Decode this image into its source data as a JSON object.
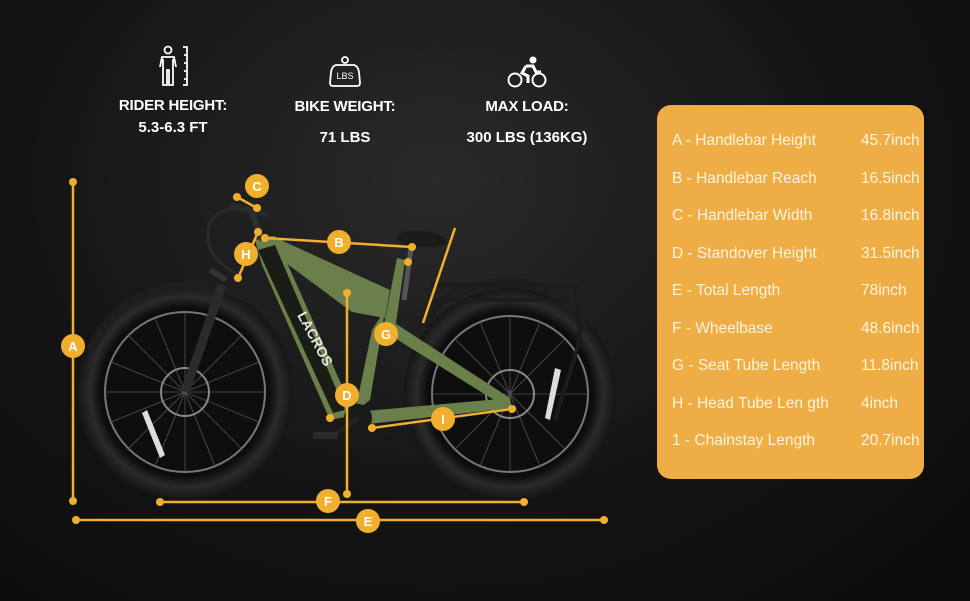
{
  "stats": [
    {
      "icon": "rider-height-icon",
      "label": "RIDER HEIGHT:",
      "value": "5.3-6.3 FT"
    },
    {
      "icon": "weight-icon",
      "icon_text": "LBS",
      "label": "BIKE WEIGHT:",
      "value": "71 LBS"
    },
    {
      "icon": "cyclist-icon",
      "label": "MAX LOAD:",
      "value": "300 LBS (136KG)"
    }
  ],
  "specs": [
    {
      "name": "A - Handlebar Height",
      "value": "45.7inch"
    },
    {
      "name": "B - Handlebar Reach",
      "value": "16.5inch"
    },
    {
      "name": "C - Handlebar Width",
      "value": "16.8inch"
    },
    {
      "name": "D - Standover Height",
      "value": "31.5inch"
    },
    {
      "name": "E - Total Length",
      "value": "78inch"
    },
    {
      "name": "F - Wheelbase",
      "value": "48.6inch"
    },
    {
      "name": "G - Seat Tube Length",
      "value": "11.8inch"
    },
    {
      "name": "H - Head Tube Len gth",
      "value": "4inch"
    },
    {
      "name": "1 - Chainstay Length",
      "value": "20.7inch"
    }
  ],
  "diagram": {
    "brand_logo": "LACROS",
    "markers": {
      "A": "A",
      "B": "B",
      "C": "C",
      "D": "D",
      "E": "E",
      "F": "F",
      "G": "G",
      "H": "H",
      "I": "I"
    }
  },
  "colors": {
    "accent": "#f0b02e",
    "card": "#eeae45",
    "frame": "#6b7f4a",
    "background": "#141414"
  }
}
